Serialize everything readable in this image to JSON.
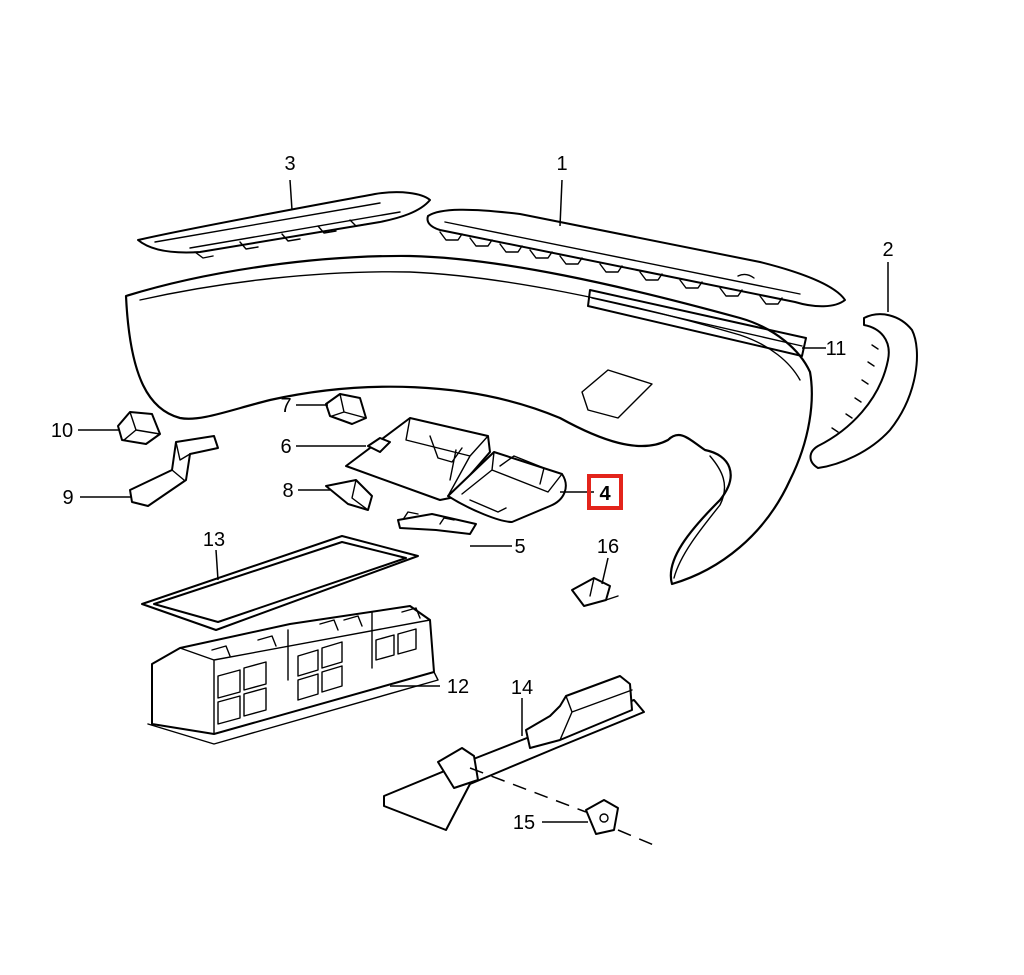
{
  "callouts": [
    {
      "id": "c1",
      "text": "1"
    },
    {
      "id": "c2",
      "text": "2"
    },
    {
      "id": "c3",
      "text": "3"
    },
    {
      "id": "c4",
      "text": "4",
      "highlighted": true
    },
    {
      "id": "c5",
      "text": "5"
    },
    {
      "id": "c6",
      "text": "6"
    },
    {
      "id": "c7",
      "text": "7"
    },
    {
      "id": "c8",
      "text": "8"
    },
    {
      "id": "c9",
      "text": "9"
    },
    {
      "id": "c10",
      "text": "10"
    },
    {
      "id": "c11",
      "text": "11"
    },
    {
      "id": "c12",
      "text": "12"
    },
    {
      "id": "c13",
      "text": "13"
    },
    {
      "id": "c14",
      "text": "14"
    },
    {
      "id": "c15",
      "text": "15"
    },
    {
      "id": "c16",
      "text": "16"
    }
  ],
  "colors": {
    "highlight": "#e3241b",
    "line": "#000000",
    "background": "#ffffff"
  }
}
